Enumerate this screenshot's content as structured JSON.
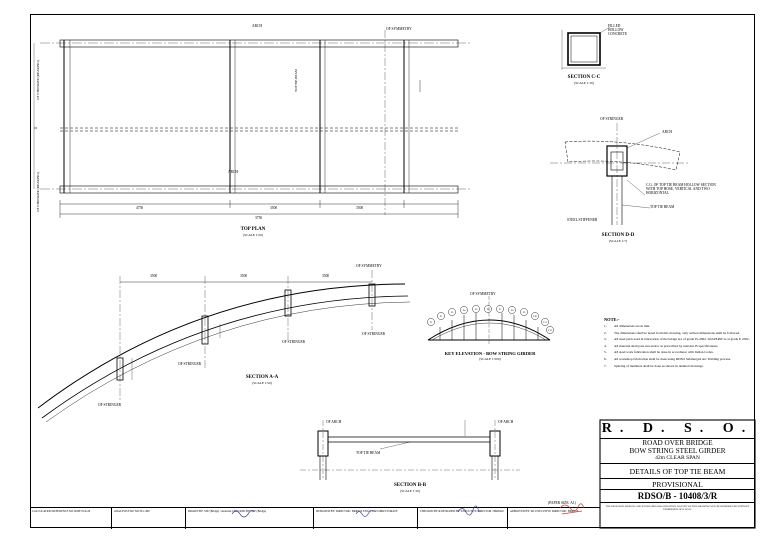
{
  "drawing": {
    "top_plan": {
      "arch_label": "ARCH",
      "symmetry_label": "OF SYMMETRY",
      "tie_beam_label": "TOP TIE BEAM",
      "title": "TOP PLAN",
      "scale": "(SCALE 1:50)",
      "left_label_top": "OF STRINGER (BEARING)",
      "left_label_bottom": "OF STRINGER (BEARING)",
      "dims": [
        "4750",
        "3500",
        "3500",
        "3750"
      ]
    },
    "section_cc": {
      "title": "SECTION C-C",
      "scale": "(SCALE 1:10)",
      "label": "FILLED HOLLOW CONCRETE"
    },
    "section_dd": {
      "title": "SECTION D-D",
      "scale": "(SCALE 1:7)",
      "stringer": "OF STRINGER",
      "arch": "ARCH",
      "tie_beam": "TOP TIE BEAM",
      "stiffener": "STEEL STIFFENER",
      "note": "C.G. OF TOP TIE BEAM HOLLOW SECTION WITH TOP HOSE, VERTICAL AND TWO HORIZONTAL"
    },
    "section_aa": {
      "title": "SECTION A-A",
      "scale": "(SCALE 1:50)",
      "symmetry": "OF SYMMETRY",
      "stringer_labels": [
        "OF STRINGER",
        "OF STRINGER",
        "OF STRINGER",
        "OF STRINGER"
      ],
      "dims": [
        "3500",
        "3500",
        "3500"
      ]
    },
    "key_elevation": {
      "symmetry": "OF SYMMETRY",
      "title": "KEY ELEVATION - BOW STRING GIRDER",
      "scale": "(SCALE 1:500)",
      "nodes": [
        "P1",
        "P2",
        "P3",
        "P4",
        "P5",
        "P6",
        "P7",
        "P8",
        "P9",
        "P10",
        "P11",
        "P12"
      ]
    },
    "section_bb": {
      "title": "SECTION B-B",
      "scale": "(SCALE 1:10)",
      "left": "OF ARCH",
      "right": "OF ARCH",
      "tie_beam": "TOP TIE BEAM"
    }
  },
  "notes": {
    "heading": "NOTE:-",
    "items": [
      {
        "n": "1.",
        "text": "All dimensions are in mm."
      },
      {
        "n": "2.",
        "text": "The dimensions shall be noted from this drawing, only written dimensions shall be followed."
      },
      {
        "n": "3.",
        "text": "All steel parts used in fabrication of the bridge are of grade IS-2062. Weld/ERW as at grade E 250C."
      },
      {
        "n": "4.",
        "text": "All material shall pass test and/or as prescribed by relevant IS specifications."
      },
      {
        "n": "5.",
        "text": "All steel work fabrication shall be done in accordance with Indian Codes."
      },
      {
        "n": "6.",
        "text": "All workshop fabrication shall be done using RDSO Submerged Arc Welding process."
      },
      {
        "n": "7.",
        "text": "Splicing of members shall be done as shown in detailed drawings."
      }
    ]
  },
  "title_block": {
    "organisation": "R. D. S. O.",
    "project": [
      "ROAD OVER BRIDGE",
      "BOW STRING STEEL GIRDER",
      "42m CLEAR SPAN"
    ],
    "sheet_title": "DETAILS OF TOP TIE BEAM",
    "status": "PROVISIONAL",
    "drawing_number": "RDSO/B - 10408/3/R",
    "paper_size": "(PAPER SIZE: A1)",
    "footnote": "THE RESEARCH DESIGNS AND STANDARDS ORGANISATION. NO PART OF THIS DRAWING MAY BE REPRODUCED WITHOUT PERMISSION OF R.D.S.O."
  },
  "bottom_strip": [
    {
      "text": "CALCULATION REFERENCE NO. ROB/35/A/29"
    },
    {
      "text": "ANALYSIS FILE NO: B-1/409"
    },
    {
      "text": "DRAWN BY: SSE (Bridge) / Assistant  CHECKED BY: SSE (Bridge)"
    },
    {
      "text": "DESIGNED BY: DIRECTOR / BRIDGE ENGG. B&S DIRECTORATE"
    },
    {
      "text": "CHECKED BY & DESIGNED BY: EXECUTIVE DIRECTOR / BRIDGE"
    },
    {
      "text": "APPROVED BY: SR. EXECUTIVE DIRECTOR / BRIDGE"
    }
  ],
  "colors": {
    "line": "#000000",
    "signature": "#3a4a9a",
    "stamp": "#c0443a"
  }
}
